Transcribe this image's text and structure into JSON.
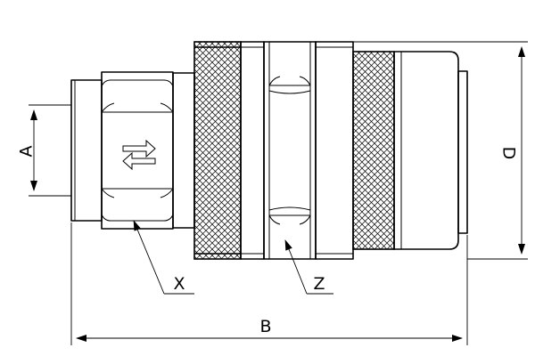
{
  "labels": {
    "a": "A",
    "b": "B",
    "d": "D",
    "x": "X",
    "z": "Z"
  },
  "icons": {
    "flow_symbol": "flow-direction-arrows-icon"
  }
}
